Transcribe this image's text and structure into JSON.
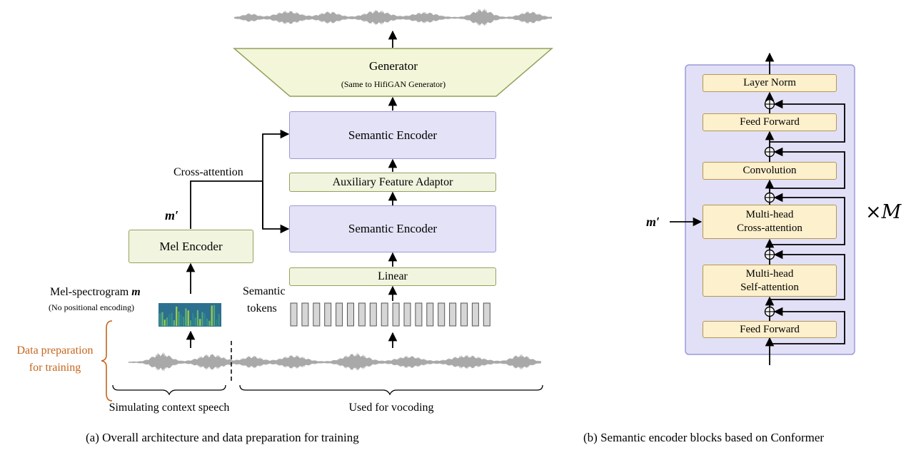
{
  "left": {
    "generator": {
      "title": "Generator",
      "subtitle": "(Same to HifiGAN Generator)"
    },
    "semantic_encoder_top": "Semantic Encoder",
    "aux_adaptor": "Auxiliary Feature Adaptor",
    "semantic_encoder_bottom": "Semantic Encoder",
    "linear": "Linear",
    "mel_encoder": "Mel Encoder",
    "cross_attention": "Cross-attention",
    "m_prime": "m′",
    "mel_spectrogram": "Mel-spectrogram",
    "mel_symbol": "m",
    "no_positional": "(No positional encoding)",
    "semantic_label_1": "Semantic",
    "semantic_label_2": "tokens",
    "data_prep_1": "Data preparation",
    "data_prep_2": "for training",
    "simulating": "Simulating context speech",
    "used_for": "Used for vocoding",
    "caption": "(a)  Overall architecture and data preparation for training",
    "token_count": 18,
    "colors": {
      "lavender": "#e3e2f6",
      "green": "#f1f5df",
      "trapezoid": "#f3f6d8",
      "orange": "#c6651c",
      "wave": "#a9a9a9"
    }
  },
  "right": {
    "layer_norm": "Layer Norm",
    "ff_top": "Feed Forward",
    "conv": "Convolution",
    "cross_1": "Multi-head",
    "cross_2": "Cross-attention",
    "self_1": "Multi-head",
    "self_2": "Self-attention",
    "ff_bottom": "Feed Forward",
    "m_prime": "m′",
    "times_m": "×M",
    "caption": "(b)  Semantic encoder blocks based on Conformer",
    "colors": {
      "panel": "#e1e0f6",
      "block": "#fdf0cc"
    }
  }
}
